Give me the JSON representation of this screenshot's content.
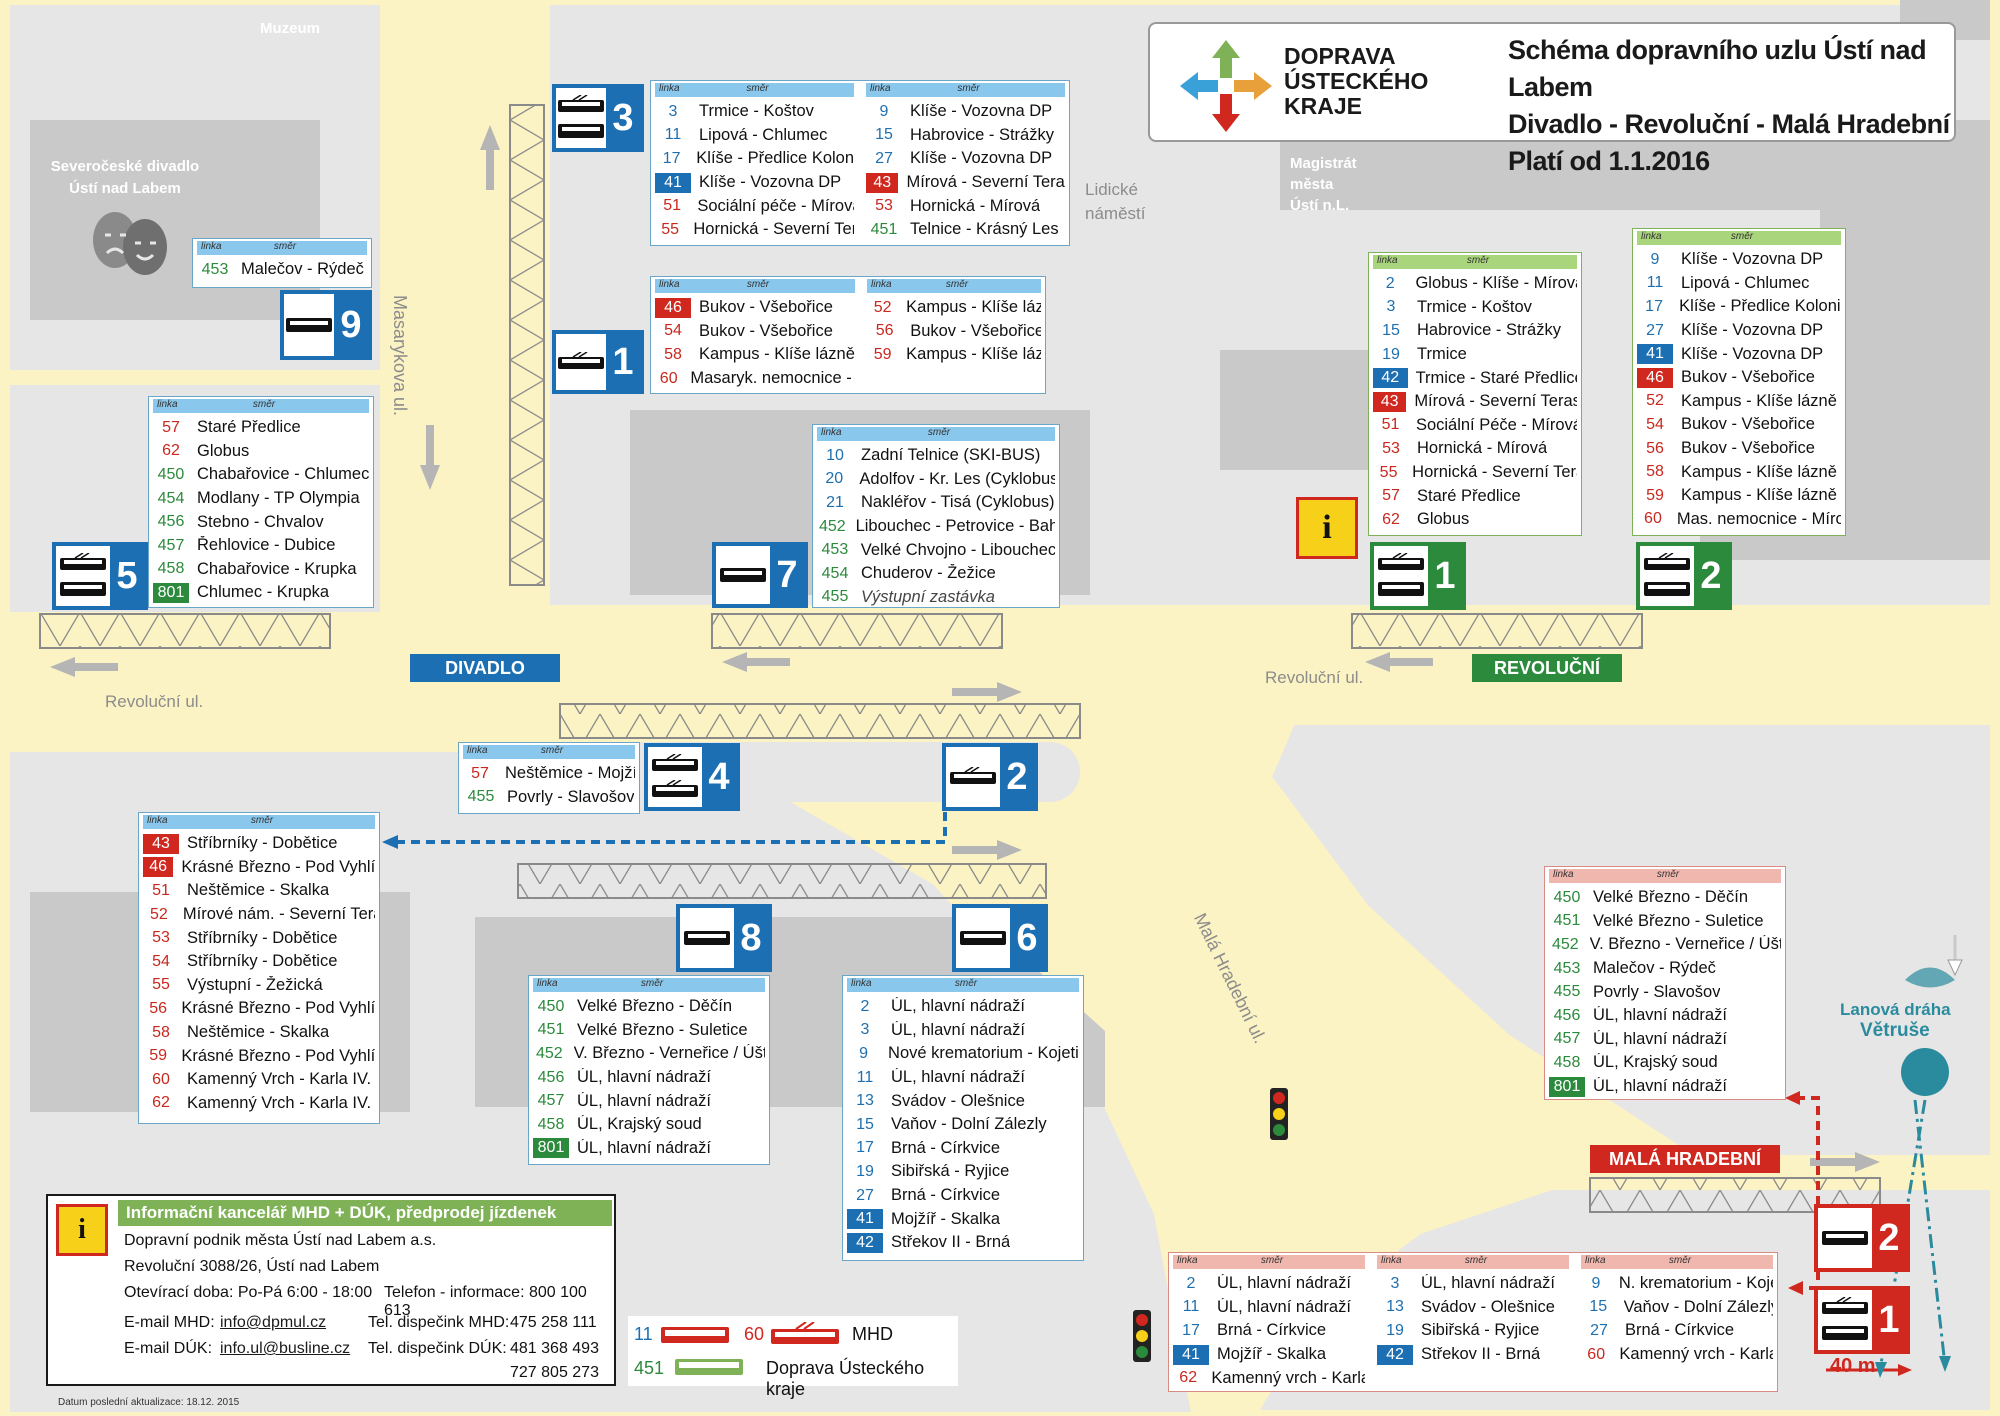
{
  "header": {
    "logo_line1": "DOPRAVA",
    "logo_line2": "ÚSTECKÉHO",
    "logo_line3": "KRAJE",
    "title1": "Schéma dopravního uzlu Ústí nad Labem",
    "title2": "Divadlo - Revoluční - Malá Hradební",
    "title3": "Platí od 1.1.2016"
  },
  "labels": {
    "muzeum": "Muzeum",
    "theatre1": "Severočeské divadlo",
    "theatre2": "Ústí nad Labem",
    "masarykova": "Masarykova ul.",
    "lidicke1": "Lidické",
    "lidicke2": "náměstí",
    "magistrat1": "Magistrát",
    "magistrat2": "města",
    "magistrat3": "Ústí n.L.",
    "revolucni_left": "Revoluční ul.",
    "revolucni_right": "Revoluční ul.",
    "mala_hradebni": "Malá Hradební ul.",
    "lanova1": "Lanová dráha",
    "lanova2": "Větruše",
    "distance": "40 m",
    "updated": "Datum poslední aktualizace: 18.12. 2015"
  },
  "badges": {
    "divadlo": "DIVADLO",
    "revolucni": "REVOLUČNÍ",
    "mala_hradebni": "MALÁ HRADEBNÍ"
  },
  "colors": {
    "mhd": "#1c6fb3",
    "duk": "#2c8a3c",
    "red": "#d0281f",
    "road": "#fbf3c4"
  },
  "col_head": {
    "linka": "linka",
    "smer": "směr"
  },
  "stops": {
    "d3": "3",
    "d9": "9",
    "d1": "1",
    "d5": "5",
    "d7": "7",
    "d4": "4",
    "d2": "2",
    "d8": "8",
    "d6": "6",
    "r1": "1",
    "r2": "2",
    "m2": "2",
    "m1": "1"
  },
  "tables": {
    "t3a": [
      [
        "3",
        "Trmice - Koštov",
        "c-blue"
      ],
      [
        "11",
        "Lipová - Chlumec",
        "c-blue"
      ],
      [
        "17",
        "Klíše - Předlice Kolonie",
        "c-blue"
      ],
      [
        "41",
        "Klíše - Vozovna DP",
        "b-blue"
      ],
      [
        "51",
        "Sociální péče - Mírová",
        "c-red"
      ],
      [
        "55",
        "Hornická - Severní Terasa",
        "c-red"
      ]
    ],
    "t3b": [
      [
        "9",
        "Klíše - Vozovna DP",
        "c-blue"
      ],
      [
        "15",
        "Habrovice - Strážky",
        "c-blue"
      ],
      [
        "27",
        "Klíše - Vozovna DP",
        "c-blue"
      ],
      [
        "43",
        "Mírová - Severní Terasa",
        "b-red"
      ],
      [
        "53",
        "Hornická - Mírová",
        "c-red"
      ],
      [
        "451",
        "Telnice - Krásný Les",
        "c-green"
      ]
    ],
    "t9": [
      [
        "453",
        "Malečov - Rýdeč",
        "c-green"
      ]
    ],
    "t1a": [
      [
        "46",
        "Bukov - Všebořice",
        "b-red"
      ],
      [
        "54",
        "Bukov - Všebořice",
        "c-red"
      ],
      [
        "58",
        "Kampus - Klíše lázně",
        "c-red"
      ],
      [
        "60",
        "Masaryk. nemocnice - Mírová",
        "c-red"
      ]
    ],
    "t1b": [
      [
        "52",
        "Kampus - Klíše lázně",
        "c-red"
      ],
      [
        "56",
        "Bukov - Všebořice",
        "c-red"
      ],
      [
        "59",
        "Kampus - Klíše lázně",
        "c-red"
      ]
    ],
    "t5": [
      [
        "57",
        "Staré Předlice",
        "c-red"
      ],
      [
        "62",
        "Globus",
        "c-red"
      ],
      [
        "450",
        "Chabařovice - Chlumec",
        "c-green"
      ],
      [
        "454",
        "Modlany - TP Olympia",
        "c-green"
      ],
      [
        "456",
        "Stebno - Chvalov",
        "c-green"
      ],
      [
        "457",
        "Řehlovice - Dubice",
        "c-green"
      ],
      [
        "458",
        "Chabařovice - Krupka",
        "c-green"
      ],
      [
        "801",
        "Chlumec - Krupka",
        "b-green"
      ]
    ],
    "t7": [
      [
        "10",
        "Zadní Telnice (SKI-BUS)",
        "c-blue"
      ],
      [
        "20",
        "Adolfov - Kr. Les (Cyklobus)",
        "c-blue"
      ],
      [
        "21",
        "Nakléřov - Tisá (Cyklobus)",
        "c-blue"
      ],
      [
        "452",
        "Libouchec - Petrovice - Bahratal",
        "c-green"
      ],
      [
        "453",
        "Velké Chvojno - Libouchec",
        "c-green"
      ],
      [
        "454",
        "Chuderov - Žežice",
        "c-green"
      ],
      [
        "455",
        "Výstupní zastávka",
        "c-green"
      ]
    ],
    "tr1": [
      [
        "2",
        "Globus - Klíše - Mírová",
        "c-blue"
      ],
      [
        "3",
        "Trmice - Koštov",
        "c-blue"
      ],
      [
        "15",
        "Habrovice - Strážky",
        "c-blue"
      ],
      [
        "19",
        "Trmice",
        "c-blue"
      ],
      [
        "42",
        "Trmice - Staré Předlice",
        "b-blue"
      ],
      [
        "43",
        "Mírová - Severní Terasa",
        "b-red"
      ],
      [
        "51",
        "Sociální Péče - Mírová",
        "c-red"
      ],
      [
        "53",
        "Hornická - Mírová",
        "c-red"
      ],
      [
        "55",
        "Hornická - Severní Terasa",
        "c-red"
      ],
      [
        "57",
        "Staré Předlice",
        "c-red"
      ],
      [
        "62",
        "Globus",
        "c-red"
      ]
    ],
    "tr2": [
      [
        "9",
        "Klíše - Vozovna DP",
        "c-blue"
      ],
      [
        "11",
        "Lipová - Chlumec",
        "c-blue"
      ],
      [
        "17",
        "Klíše - Předlice Kolonie",
        "c-blue"
      ],
      [
        "27",
        "Klíše - Vozovna DP",
        "c-blue"
      ],
      [
        "41",
        "Klíše - Vozovna DP",
        "b-blue"
      ],
      [
        "46",
        "Bukov - Všebořice",
        "b-red"
      ],
      [
        "52",
        "Kampus - Klíše lázně",
        "c-red"
      ],
      [
        "54",
        "Bukov - Všebořice",
        "c-red"
      ],
      [
        "56",
        "Bukov - Všebořice",
        "c-red"
      ],
      [
        "58",
        "Kampus - Klíše lázně",
        "c-red"
      ],
      [
        "59",
        "Kampus - Klíše lázně",
        "c-red"
      ],
      [
        "60",
        "Mas. nemocnice - Mírová",
        "c-red"
      ]
    ],
    "t4": [
      [
        "57",
        "Neštěmice - Mojžíř",
        "c-red"
      ],
      [
        "455",
        "Povrly - Slavošov",
        "c-green"
      ]
    ],
    "tbig": [
      [
        "43",
        "Stříbrníky - Dobětice",
        "b-red"
      ],
      [
        "46",
        "Krásné Březno - Pod Vyhlídkou",
        "b-red"
      ],
      [
        "51",
        "Neštěmice - Skalka",
        "c-red"
      ],
      [
        "52",
        "Mírové nám. - Severní Terasa",
        "c-red"
      ],
      [
        "53",
        "Stříbrníky - Dobětice",
        "c-red"
      ],
      [
        "54",
        "Stříbrníky - Dobětice",
        "c-red"
      ],
      [
        "55",
        "Výstupní - Žežická",
        "c-red"
      ],
      [
        "56",
        "Krásné Březno - Pod Vyhlídkou",
        "c-red"
      ],
      [
        "58",
        "Neštěmice - Skalka",
        "c-red"
      ],
      [
        "59",
        "Krásné Březno - Pod Vyhlídkou",
        "c-red"
      ],
      [
        "60",
        "Kamenný Vrch - Karla IV.",
        "c-red"
      ],
      [
        "62",
        "Kamenný Vrch - Karla IV.",
        "c-red"
      ]
    ],
    "t8": [
      [
        "450",
        "Velké Březno - Děčín",
        "c-green"
      ],
      [
        "451",
        "Velké Březno - Suletice",
        "c-green"
      ],
      [
        "452",
        "V. Březno - Verneřice / Úštěk",
        "c-green"
      ],
      [
        "456",
        "ÚL, hlavní nádraží",
        "c-green"
      ],
      [
        "457",
        "ÚL, hlavní nádraží",
        "c-green"
      ],
      [
        "458",
        "ÚL, Krajský soud",
        "c-green"
      ],
      [
        "801",
        "ÚL, hlavní nádraží",
        "b-green"
      ]
    ],
    "t6": [
      [
        "2",
        "ÚL, hlavní nádraží",
        "c-blue"
      ],
      [
        "3",
        "ÚL, hlavní nádraží",
        "c-blue"
      ],
      [
        "9",
        "Nové krematorium - Kojetice",
        "c-blue"
      ],
      [
        "11",
        "ÚL, hlavní nádraží",
        "c-blue"
      ],
      [
        "13",
        "Svádov - Olešnice",
        "c-blue"
      ],
      [
        "15",
        "Vaňov - Dolní Zálezly",
        "c-blue"
      ],
      [
        "17",
        "Brná - Církvice",
        "c-blue"
      ],
      [
        "19",
        "Sibiřská - Ryjice",
        "c-blue"
      ],
      [
        "27",
        "Brná - Církvice",
        "c-blue"
      ],
      [
        "41",
        "Mojžíř - Skalka",
        "b-blue"
      ],
      [
        "42",
        "Střekov II - Brná",
        "b-blue"
      ]
    ],
    "tm2": [
      [
        "450",
        "Velké Březno - Děčín",
        "c-green"
      ],
      [
        "451",
        "Velké Březno - Suletice",
        "c-green"
      ],
      [
        "452",
        "V. Březno - Verneřice / Úštěk",
        "c-green"
      ],
      [
        "453",
        "Malečov - Rýdeč",
        "c-green"
      ],
      [
        "455",
        "Povrly - Slavošov",
        "c-green"
      ],
      [
        "456",
        "ÚL, hlavní nádraží",
        "c-green"
      ],
      [
        "457",
        "ÚL, hlavní nádraží",
        "c-green"
      ],
      [
        "458",
        "ÚL, Krajský soud",
        "c-green"
      ],
      [
        "801",
        "ÚL, hlavní nádraží",
        "b-green"
      ]
    ],
    "tm1a": [
      [
        "2",
        "ÚL, hlavní nádraží",
        "c-blue"
      ],
      [
        "11",
        "ÚL, hlavní nádraží",
        "c-blue"
      ],
      [
        "17",
        "Brná - Církvice",
        "c-blue"
      ],
      [
        "41",
        "Mojžíř - Skalka",
        "b-blue"
      ],
      [
        "62",
        "Kamenný vrch - Karla IV.",
        "c-red"
      ]
    ],
    "tm1b": [
      [
        "3",
        "ÚL, hlavní nádraží",
        "c-blue"
      ],
      [
        "13",
        "Svádov - Olešnice",
        "c-blue"
      ],
      [
        "19",
        "Sibiřská - Ryjice",
        "c-blue"
      ],
      [
        "42",
        "Střekov II - Brná",
        "b-blue"
      ]
    ],
    "tm1c": [
      [
        "9",
        "N. krematorium - Kojetice",
        "c-blue"
      ],
      [
        "15",
        "Vaňov - Dolní Zálezly",
        "c-blue"
      ],
      [
        "27",
        "Brná - Církvice",
        "c-blue"
      ],
      [
        "60",
        "Kamenný vrch - Karla IV.",
        "c-red"
      ]
    ]
  },
  "info": {
    "title": "Informační kancelář MHD + DÚK, předprodej jízdenek",
    "l1": "Dopravní podnik města Ústí nad Labem a.s.",
    "l2": "Revoluční 3088/26, Ústí nad Labem",
    "l3": "Otevírací doba: Po-Pá 6:00 - 18:00",
    "l3b": "Telefon - informace: 800 100 613",
    "l4a": "E-mail MHD:",
    "l4b": "info@dpmul.cz",
    "l4c": "Tel. dispečink MHD:",
    "l4d": "475 258 111",
    "l5a": "E-mail DÚK:",
    "l5b": "info.ul@busline.cz",
    "l5c": "Tel. dispečink DÚK:",
    "l5d": "481 368 493",
    "l6d": "727 805 273"
  },
  "legend": {
    "n11": "11",
    "n60": "60",
    "mhd": "MHD",
    "n451": "451",
    "duk": "Doprava Ústeckého kraje"
  }
}
